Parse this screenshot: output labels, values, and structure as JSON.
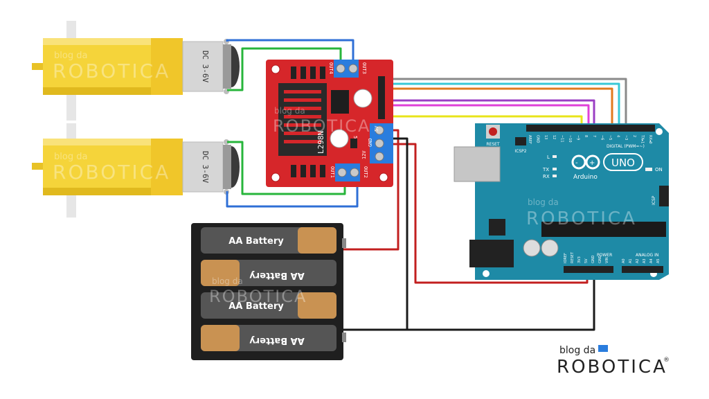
{
  "motors": [
    {
      "label": "DC 3-6V"
    },
    {
      "label": "DC 3-6V"
    }
  ],
  "driver": {
    "part": "L298N",
    "terminals": {
      "out1": "OUT1",
      "out2": "OUT2",
      "out3": "OUT3",
      "out4": "OUT4"
    },
    "power_labels": {
      "v12": "12V",
      "gnd": "GND",
      "v5": "5V",
      "en": "5VEN"
    }
  },
  "battery_pack": {
    "cells": [
      {
        "label": "AA Battery",
        "flipped": false
      },
      {
        "label": "AA Battery",
        "flipped": true
      },
      {
        "label": "AA Battery",
        "flipped": false
      },
      {
        "label": "AA Battery",
        "flipped": true
      }
    ]
  },
  "arduino": {
    "brand": "Arduino",
    "model": "UNO",
    "reset_label": "RESET",
    "icsp2_label": "ICSP2",
    "icsp_label": "ICSP",
    "on_label": "ON",
    "led_labels": [
      "L",
      "TX",
      "RX"
    ],
    "digital_label": "DIGITAL (PWM=~)",
    "power_label": "POWER",
    "analog_label": "ANALOG IN",
    "digital_pins": [
      "AREF",
      "GND",
      "13",
      "12",
      "~11",
      "~10",
      "~9",
      "8",
      "7",
      "~6",
      "~5",
      "4",
      "~3",
      "2",
      "TX▸1",
      "RX◂0"
    ],
    "power_pins": [
      "IOREF",
      "RESET",
      "3V3",
      "5V",
      "GND",
      "GND",
      "VIN"
    ],
    "analog_pins": [
      "A0",
      "A1",
      "A2",
      "A3",
      "A4",
      "A5"
    ]
  },
  "watermark": {
    "prefix": "blog da",
    "name": "ROBOTICA"
  },
  "logo": {
    "prefix": "blog da",
    "name": "ROBOTICA",
    "mark": "®"
  },
  "wire_colors": {
    "blue": "#2f6fd6",
    "green": "#27b53b",
    "red": "#c21f1f",
    "black": "#1a1a1a",
    "gray": "#8a8a8a",
    "cyan": "#38c8d6",
    "orange": "#e07a1e",
    "purple": "#9b3fc4",
    "magenta": "#e040d8",
    "yellow": "#e8e41a"
  },
  "colors": {
    "board_blue": "#1e8aa6",
    "driver_red": "#d6262a",
    "motor_yellow": "#f5d43a"
  }
}
